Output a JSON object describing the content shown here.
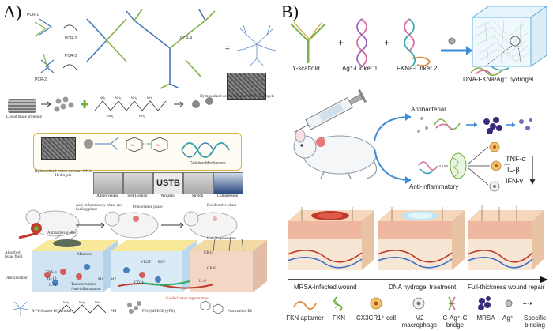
{
  "panel_a": {
    "label": "A)",
    "pcr_labels": [
      "PCR-1",
      "PCR-2",
      "PCR-3",
      "PCR-3",
      "PCR-4"
    ],
    "hydrogel_label": "Hydroxolized cotton structure DNA Hydrogels",
    "liquid_label": "Liquid phase stripping",
    "hydrogel_box_label": "Hydroxolized cotton structure DNA Hydrogels",
    "gelation_label": "Gelation Mechanism",
    "tests": [
      "Adhesiveness",
      "Self Healing",
      "Writable",
      "Stretch",
      "Compression"
    ],
    "writable_text": "USTB",
    "phases": [
      "Anti-inflammatory phase and healing phase",
      "Proliferative phase",
      "Proliferative phase"
    ],
    "antibacterial_effect": "Antibacterial effect",
    "inner_labels": [
      "Absorbed tissue fluid",
      "Moisture",
      "Antioxidation",
      "Transformation",
      "Anti-inflammation",
      "Guided tissue regeneration",
      "Hair Regeneration"
    ],
    "markers": [
      "VEGF",
      "EGF",
      "CK14",
      "CD31",
      "TNF-α",
      "IL-1β",
      "IL-6",
      "M1",
      "M2",
      "CK10",
      "IL-4"
    ],
    "legend": [
      "X-/Y-Shaped DNA linker",
      "PEI",
      "PEG(MPEGB)-(PB)",
      "Procyanidin B2"
    ]
  },
  "panel_b": {
    "label": "B)",
    "components": [
      "Y-scaffold",
      "Ag⁺-Linker 1",
      "FKNa-Linker 2",
      "DNA-FKNa/Ag⁺ hydrogel"
    ],
    "plus": "+",
    "branches": [
      "Antibacterial",
      "Anti-inflammatory"
    ],
    "cytokines": [
      "TNF-α",
      "IL-β",
      "IFN-γ"
    ],
    "stages": [
      "MRSA-infected wound",
      "DNA hydrogel treatment",
      "Full-thickness wound repair"
    ],
    "legend": [
      "FKN aptamer",
      "FKN",
      "CX3CR1⁺ cell",
      "M2 macrophage",
      "C-Ag⁺-C bridge",
      "MRSA",
      "Ag⁺",
      "Specific binding"
    ]
  },
  "colors": {
    "scaffold_green": "#7fb24a",
    "linker_pink": "#d76aa0",
    "linker_teal": "#3aa8b0",
    "mrsa_purple": "#3b2a7c",
    "skin": "#f2c9a8",
    "wound_red": "#c0392b",
    "arrow_blue": "#3c8ad8",
    "gel_yellow": "#f4e27a"
  }
}
